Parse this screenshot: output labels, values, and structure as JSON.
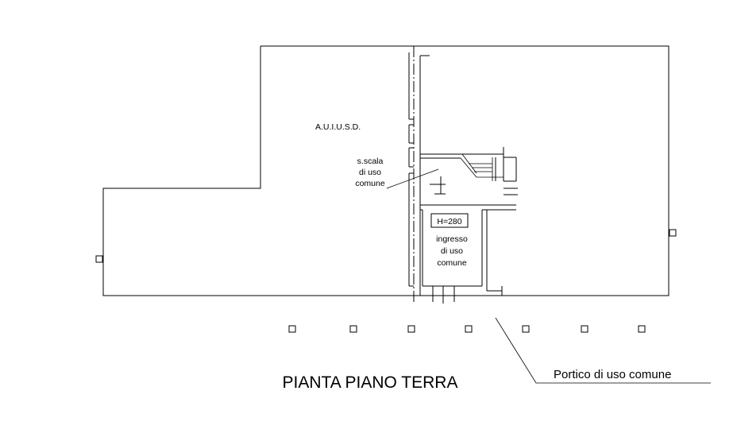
{
  "labels": {
    "unit": "A.U.I.U.S.D.",
    "stair_line1": "s.scala",
    "stair_line2": "di uso",
    "stair_line3": "comune",
    "height": "H=280",
    "entrance_line1": "ingresso",
    "entrance_line2": "di uso",
    "entrance_line3": "comune",
    "portico": "Portico di uso comune",
    "title": "PIANTA PIANO TERRA"
  },
  "colors": {
    "line": "#000000",
    "background": "#ffffff"
  }
}
